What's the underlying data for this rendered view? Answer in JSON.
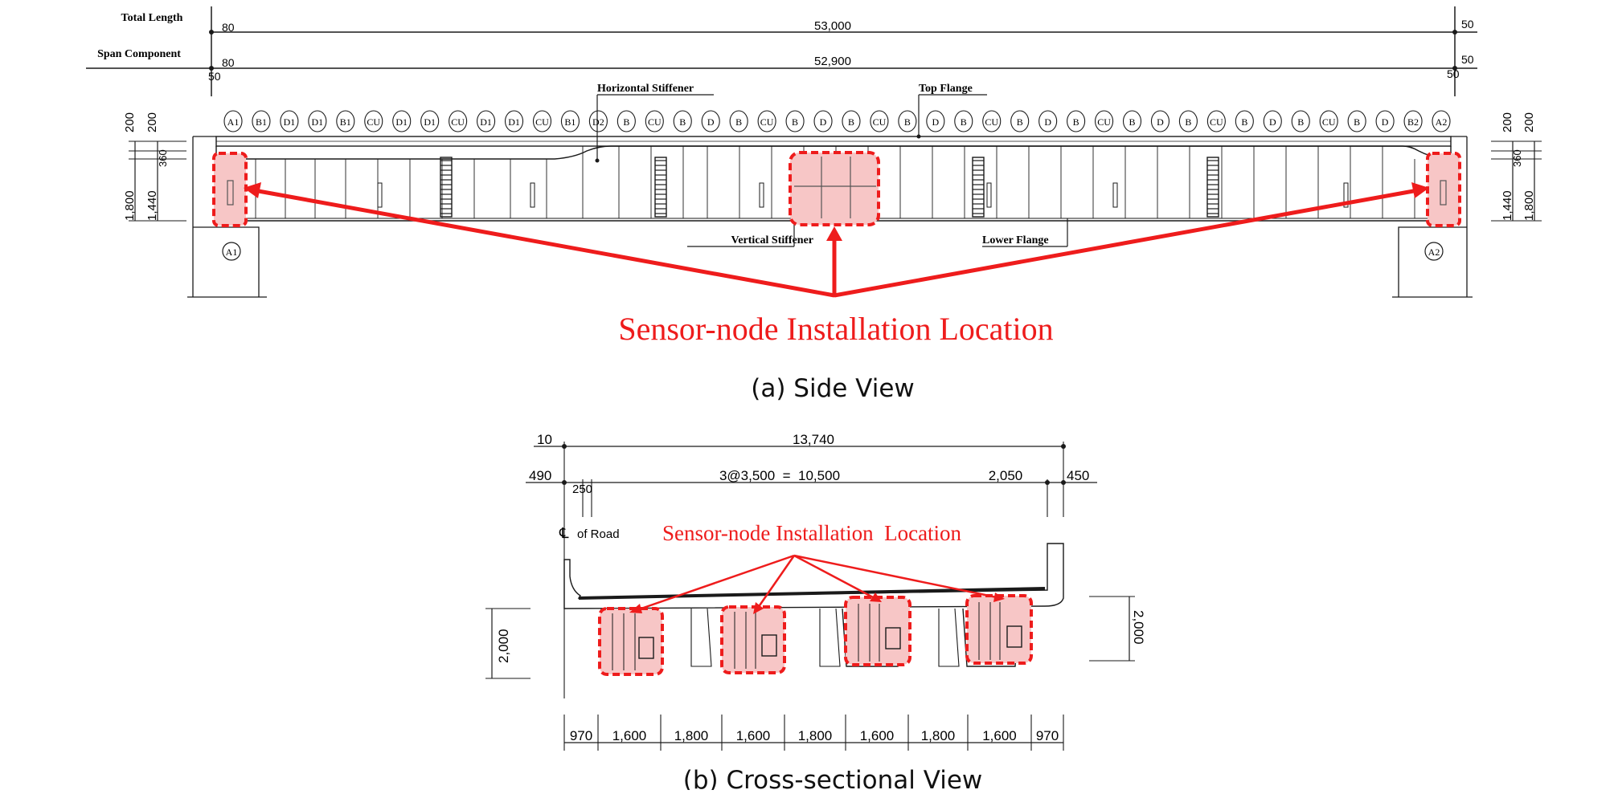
{
  "side_view": {
    "caption": "(a) Side View",
    "total_length": {
      "label": "Total Length",
      "left": "80",
      "main": "53,000",
      "right": "50"
    },
    "span_component": {
      "label": "Span Component",
      "left": "80",
      "main": "52,900",
      "right": "50",
      "left_below": "50",
      "right_below": "50"
    },
    "callouts": {
      "horizontal_stiffener": "Horizontal Stiffener",
      "top_flange": "Top Flange",
      "vertical_stiffener": "Vertical Stiffener",
      "lower_flange": "Lower Flange"
    },
    "segment_labels": [
      "A1",
      "B1",
      "D1",
      "D1",
      "B1",
      "CU",
      "D1",
      "D1",
      "CU",
      "D1",
      "D1",
      "CU",
      "B1",
      "D2",
      "B",
      "CU",
      "B",
      "D",
      "B",
      "CU",
      "B",
      "D",
      "B",
      "CU",
      "B",
      "D",
      "B",
      "CU",
      "B",
      "D",
      "B",
      "CU",
      "B",
      "D",
      "B",
      "CU",
      "B",
      "D",
      "B",
      "CU",
      "B",
      "D",
      "B2",
      "A2"
    ],
    "abutments": [
      "A1",
      "A2"
    ],
    "left_dims": {
      "d200a": "200",
      "d200b": "200",
      "d360": "360",
      "d1800": "1,800",
      "d1440": "1,440"
    },
    "right_dims": {
      "d200a": "200",
      "d200b": "200",
      "d360": "360",
      "d1800": "1,800",
      "d1440": "1,440"
    },
    "sensor_label": "Sensor-node Installation Location"
  },
  "cross_section": {
    "caption": "(b) Cross-sectional View",
    "top_dims": {
      "left_10": "10",
      "total": "13,740",
      "left_490": "490",
      "lanes": "3@3,500  =  10,500",
      "right_2050": "2,050",
      "right_450": "450",
      "d250": "250"
    },
    "road_label": "of Road",
    "centerline_symbol": "℄",
    "sensor_label": "Sensor-node Installation  Location",
    "height_left": "2,000",
    "height_right": "2,000",
    "bottom_dims": [
      "970",
      "1,600",
      "1,800",
      "1,600",
      "1,800",
      "1,600",
      "1,800",
      "1,600",
      "970"
    ]
  },
  "colors": {
    "accent_red": "#ee1c1c",
    "highlight_fill": "#f7c6c6",
    "line": "#1a1a1a"
  }
}
